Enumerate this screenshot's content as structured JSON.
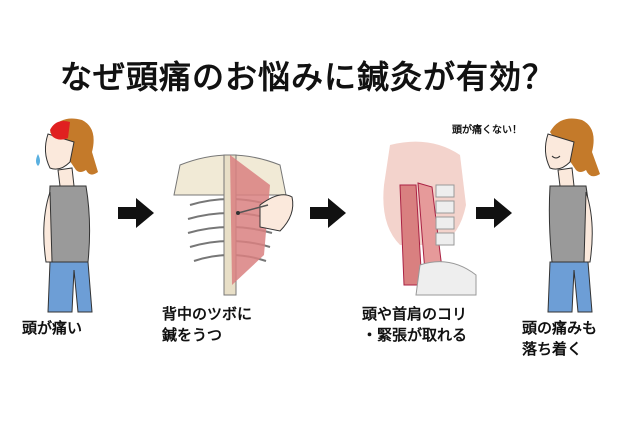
{
  "title": "なぜ頭痛のお悩みに鍼灸が有効？",
  "steps": [
    {
      "caption_lines": [
        "頭が痛い"
      ]
    },
    {
      "caption_lines": [
        "背中のツボに",
        "鍼をうつ"
      ]
    },
    {
      "caption_lines": [
        "頭や首肩のコリ",
        "・緊張が取れる"
      ]
    },
    {
      "caption_lines": [
        "頭の痛みも",
        "落ち着く"
      ],
      "speech": "頭が痛くない！"
    }
  ],
  "colors": {
    "pain": "#e02020",
    "muscle": "#d98080",
    "shirt": "#9a9a9a",
    "pants": "#6d9ed6",
    "hair": "#c47a2a"
  }
}
